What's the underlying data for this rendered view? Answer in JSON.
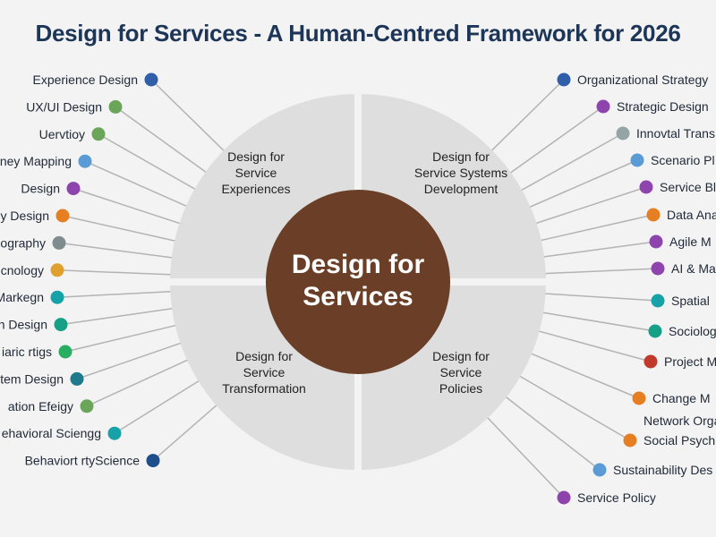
{
  "title": "Design for Services - A Human-Centred Framework for 2026",
  "center": {
    "lines": [
      "Design for",
      "Services"
    ],
    "color": "#6b3f27"
  },
  "quadrants": [
    {
      "lines": [
        "Design for",
        "Service",
        "Experiences"
      ]
    },
    {
      "lines": [
        "Design for",
        "Service Systems",
        "Development"
      ]
    },
    {
      "lines": [
        "Design for",
        "Service",
        "Transformation"
      ]
    },
    {
      "lines": [
        "Design for",
        "Service",
        "Policies"
      ]
    }
  ],
  "left_labels": [
    {
      "text": "Experience Design",
      "color": "#2f5fa8"
    },
    {
      "text": "UX/UI Design",
      "color": "#6aa55a"
    },
    {
      "text": "Uervtioy",
      "color": "#6aa55a"
    },
    {
      "text": "ney Mapping",
      "color": "#5b9bd5"
    },
    {
      "text": "Design",
      "color": "#8e44ad"
    },
    {
      "text": "y Design",
      "color": "#e67e22"
    },
    {
      "text": "ography",
      "color": "#7f8c8d"
    },
    {
      "text": "cnology",
      "color": "#e0a030"
    },
    {
      "text": "Markegn",
      "color": "#17a2a8"
    },
    {
      "text": "n Design",
      "color": "#16a085"
    },
    {
      "text": "iaric rtigs",
      "color": "#27ae60"
    },
    {
      "text": "tem Design",
      "color": "#1f7a8c"
    },
    {
      "text": "ation Efeigy",
      "color": "#6aa55a"
    },
    {
      "text": "ehavioral Sciengg",
      "color": "#17a2a8"
    },
    {
      "text": "Behaviort rtyScience",
      "color": "#1f4e8c"
    }
  ],
  "right_labels": [
    {
      "text": "Organizational Strategy",
      "color": "#2f5fa8"
    },
    {
      "text": "Strategic Design",
      "color": "#8e44ad"
    },
    {
      "text": "Innovtal Trans",
      "color": "#95a5a6"
    },
    {
      "text": "Scenario Pl",
      "color": "#5b9bd5"
    },
    {
      "text": "Service Bl",
      "color": "#8e44ad"
    },
    {
      "text": "Data Ana",
      "color": "#e67e22"
    },
    {
      "text": "Agile M",
      "color": "#8e44ad"
    },
    {
      "text": "AI & Ma",
      "color": "#8e44ad"
    },
    {
      "text": "Spatial",
      "color": "#17a2a8"
    },
    {
      "text": "Sociolog",
      "color": "#16a085"
    },
    {
      "text": "Project M",
      "color": "#c0392b"
    },
    {
      "text": "Change M",
      "color": "#e67e22"
    },
    {
      "text": "Network Orga",
      "color": ""
    },
    {
      "text": "Social Psych",
      "color": "#e67e22"
    },
    {
      "text": "Sustainability Des",
      "color": "#5b9bd5"
    },
    {
      "text": "Service Policy",
      "color": "#8e44ad"
    }
  ]
}
